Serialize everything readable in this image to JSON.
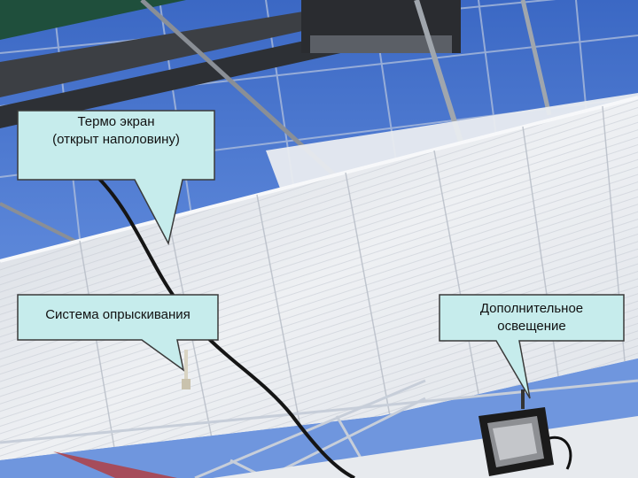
{
  "colors": {
    "sky": "#2f5fb8",
    "sky_light": "#8fb0e6",
    "screen_fabric": "#e6e9ee",
    "frame_steel": "#9aa0a6",
    "callout_fill": "#c6ecec",
    "callout_border": "#3a3a3a"
  },
  "callouts": {
    "thermal_screen": {
      "line1": "Термо экран",
      "line2": "(открыт наполовину)"
    },
    "misting_system": {
      "line1": "Система опрыскивания"
    },
    "supplemental_lighting": {
      "line1": "Дополнительное",
      "line2": "освещение"
    }
  },
  "icons": {
    "lamp": "grow-light-icon",
    "nozzle": "sprinkler-nozzle-icon"
  }
}
